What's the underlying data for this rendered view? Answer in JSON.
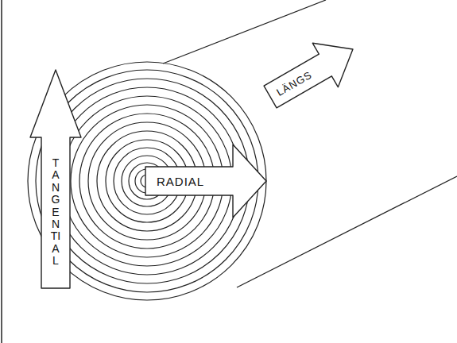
{
  "diagram": {
    "nodes": [
      {
        "text": [
          "TANGENTIAL"
        ]
      },
      {
        "text": [
          "RADIAL"
        ]
      },
      {
        "text": [
          "LÄNGS"
        ]
      }
    ]
  }
}
